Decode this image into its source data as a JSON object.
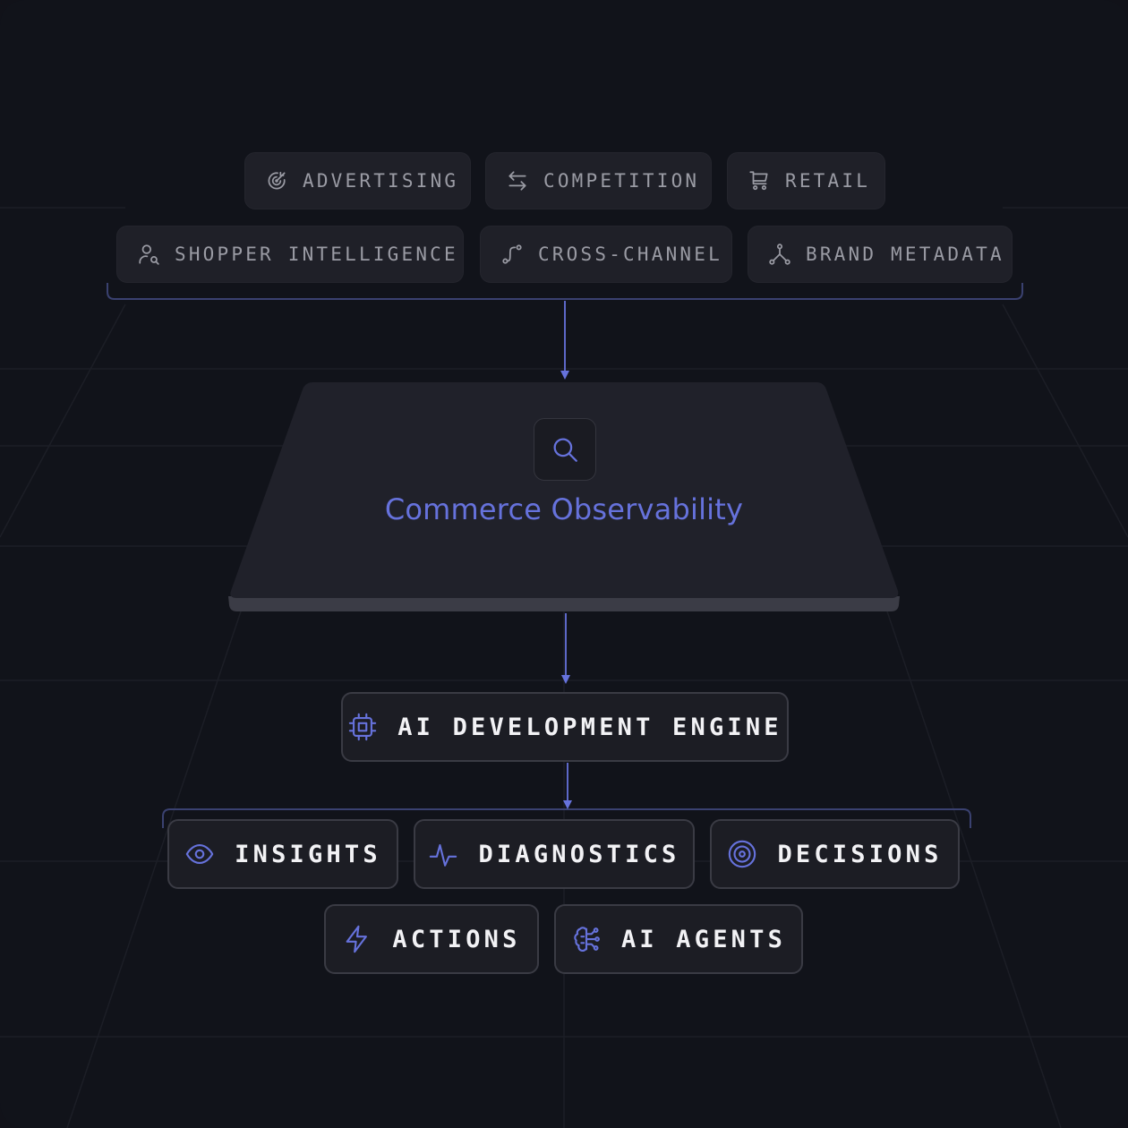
{
  "sources": {
    "advertising": "ADVERTISING",
    "competition": "COMPETITION",
    "retail": "RETAIL",
    "shopper_intelligence": "SHOPPER INTELLIGENCE",
    "cross_channel": "CROSS-CHANNEL",
    "brand_metadata": "BRAND METADATA"
  },
  "platform": {
    "title": "Commerce Observability",
    "icon": "search-icon"
  },
  "engine": {
    "label": "AI DEVELOPMENT ENGINE",
    "icon": "cpu-chip-icon"
  },
  "outputs": {
    "insights": "INSIGHTS",
    "diagnostics": "DIAGNOSTICS",
    "decisions": "DECISIONS",
    "actions": "ACTIONS",
    "ai_agents": "AI AGENTS"
  },
  "colors": {
    "background": "#11131a",
    "accent": "#6672dc",
    "chip_bg": "#1f2028",
    "chip_text": "#9a9ba4",
    "node_text": "#f2f2f5"
  }
}
